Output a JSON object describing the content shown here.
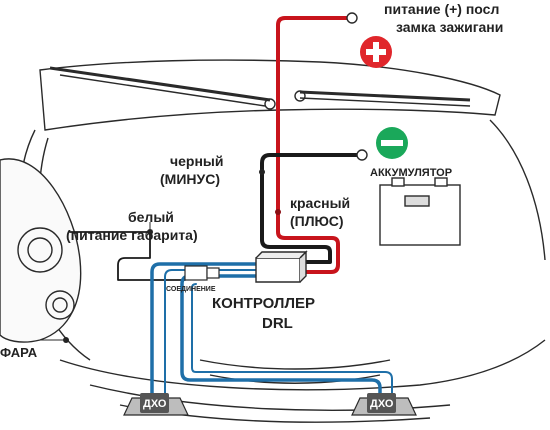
{
  "labels": {
    "ignition_power_line1": "питание (+) посл",
    "ignition_power_line2": "замка зажигани",
    "battery": "АККУМУЛЯТОР",
    "black_line1": "черный",
    "black_line2": "(МИНУС)",
    "red_line1": "красный",
    "red_line2": "(ПЛЮС)",
    "white_line1": "белый",
    "white_line2": "(питание габарита)",
    "connection": "СОЕДИНЕНИЕ",
    "controller_line1": "КОНТРОЛЛЕР",
    "controller_line2": "DRL",
    "headlight": "ФАРА",
    "drl_left": "ДХО",
    "drl_right": "ДХО"
  },
  "colors": {
    "wire_red": "#c8141c",
    "wire_black": "#1a1a1a",
    "wire_blue": "#1e6fa8",
    "plus_badge": "#e0262b",
    "minus_badge": "#1aa85a",
    "outline": "#2a2a2a"
  },
  "icons": {
    "plus": "plus-badge-icon",
    "minus": "minus-badge-icon"
  }
}
